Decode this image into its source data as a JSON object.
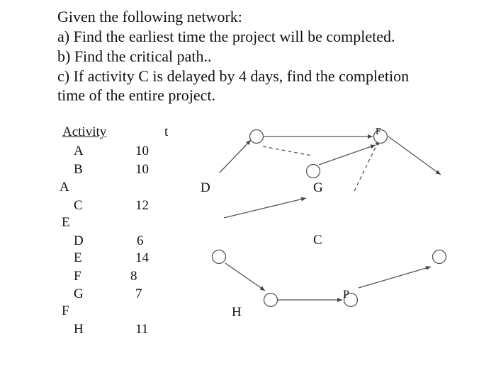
{
  "question": {
    "intro": "Given the following network:",
    "a": "a) Find  the earliest time the project will be completed.",
    "b": "b) Find the critical path..",
    "c1": "c) If activity C is delayed by 4 days, find the completion",
    "c2": "time of the entire project."
  },
  "table": {
    "header_activity": "Activity",
    "header_t": "t",
    "rows": [
      {
        "activity": "A",
        "time": "10"
      },
      {
        "activity": "B",
        "time": "10"
      },
      {
        "activity": "C",
        "time": "12"
      },
      {
        "activity": "D",
        "time": "6"
      },
      {
        "activity": "E",
        "time": "14"
      },
      {
        "activity": "F",
        "time": "8"
      },
      {
        "activity": "G",
        "time": "7"
      },
      {
        "activity": "H",
        "time": "11"
      }
    ],
    "stray_labels": {
      "a": "A",
      "e": "E",
      "f": "F"
    }
  },
  "network": {
    "labels": {
      "d": "D",
      "g": "G",
      "c": "C",
      "h": "H",
      "f": "F",
      "p": "P"
    }
  }
}
